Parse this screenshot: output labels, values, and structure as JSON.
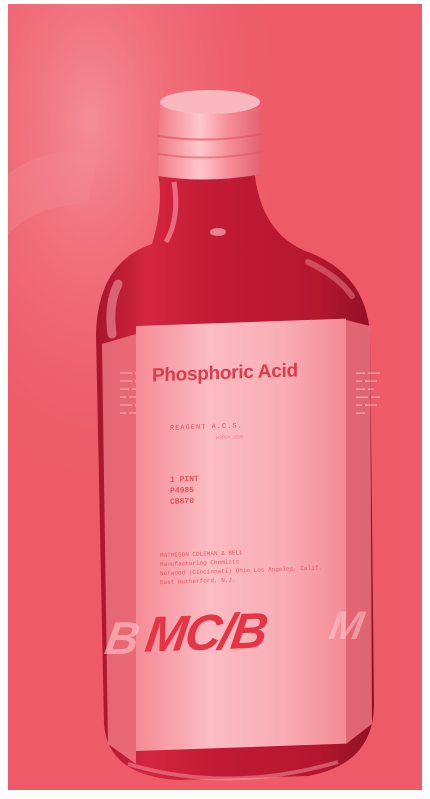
{
  "label": {
    "product_name": "Phosphoric Acid",
    "grade": "REAGENT  A.C.S.",
    "grade_sub": "H3PO4  85%",
    "quantity": "1 PINT\nP4985\nCB870",
    "manufacturer": "MATHESON COLEMAN & BELL\nManufacturing Chemists\nNorwood (Cincinnati) Ohio  Los Angeles, Calif.\nEast Rutherford, N.J.",
    "brand": "MC/B"
  },
  "colors": {
    "background": "#ee5a68",
    "bottle_dark": "#c81d36",
    "label": "#fbbcc2",
    "print": "#dd3a4c"
  }
}
